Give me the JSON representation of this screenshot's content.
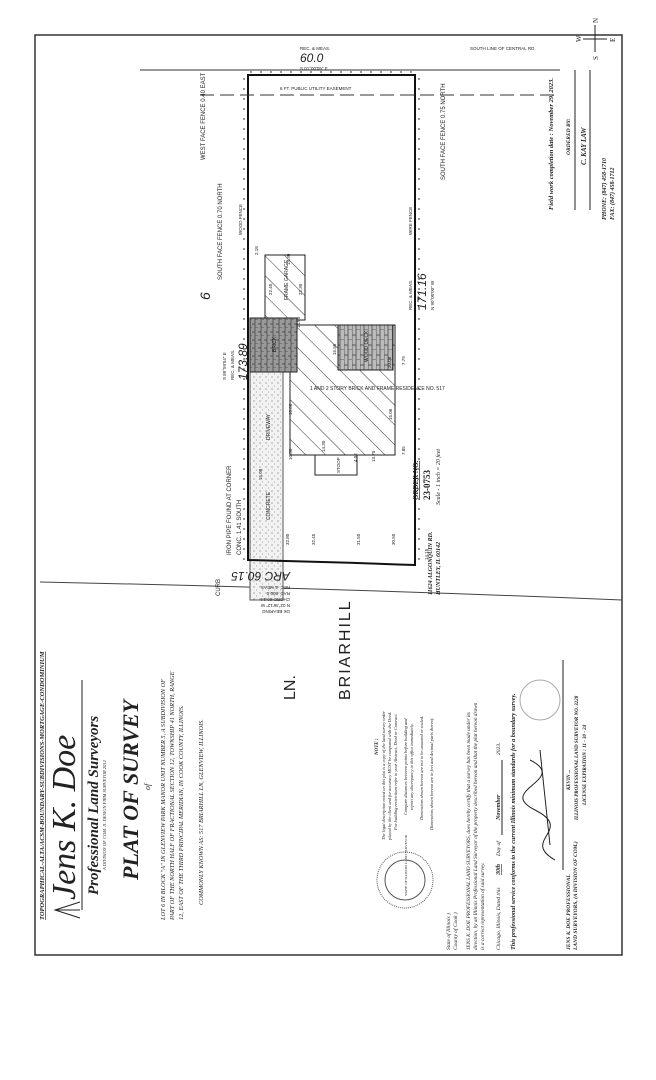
{
  "header": {
    "services_line": "TOPOGRAPHICAL-ALTA/ACSM-BOUNDARY-SUBDIVISIONS-MORTGAGE-CONDOMINIUM",
    "company_name": "Jens K. Doe",
    "company_subtitle": "Professional Land Surveyors",
    "company_tagline": "A DIVISION OF COM. II. DESIGN FIRM SURVEYOR 2012",
    "title": "PLAT OF SURVEY",
    "title_of": "of",
    "legal_description": [
      "LOT 6 IN BLOCK \"A\" IN GLENVIEW PARK MANOR UNIT NUMBER 5, A SUBDIVISION OF",
      "PART OF THE NORTH HALF OF FRACTIONAL SECTION 12, TOWNSHIP 41 NORTH, RANGE",
      "12, EAST OF THE THIRD PRINCIPAL MERIDIAN, IN COOK COUNTY, ILLINOIS."
    ],
    "commonly_known": "COMMONLY KNOWN AS: 517 BRIARHILL LN, GLENVIEW, ILLINOIS."
  },
  "office": {
    "address_line1": "11624 ALGONQUIN RD.",
    "address_line2": "HUNTLEY, IL 60142",
    "phone": "PHONE: (847) 458-1710",
    "fax": "FAX: (847) 458-1712",
    "order_label": "ORDER NO.",
    "order_no": "23-0753",
    "scale": "Scale - 1 inch = 20 feet"
  },
  "field_work": {
    "completion": "Field work completion date : November 29, 2023.",
    "ordered_by_label": "ORDERED BY:",
    "ordered_by": "C. KAY LAW"
  },
  "compass": {
    "n": "N",
    "s": "S",
    "e": "E",
    "w": "W"
  },
  "plat": {
    "street": "BRIARHILL",
    "street_suffix": "LN.",
    "curb": "CURB",
    "lot_number": "6",
    "front_arc": "ARC 60.15",
    "front_chord": "CHORD 60.14",
    "front_rad": "RAD. 800.0",
    "front_bearing": "N 02°36'12\" W",
    "front_note": "OK BEARING",
    "rec_meas": "REC. & MEAS.",
    "rear_dim": "60.0",
    "rear_bearing": "S 01°00'05\" E",
    "left_dim": "173.89",
    "left_bearing": "S 89°59'54\" E",
    "right_dim": "171.16",
    "right_bearing": "N 90°00'00\" W",
    "easement": "6 FT. PUBLIC UTILITY EASEMENT",
    "south_line": "SOUTH LINE OF CENTRAL RD.",
    "wood_fence": "WOOD FENCE",
    "wire_fence": "WIRE FENCE",
    "residence": "1 AND 2 STORY BRICK AND FRAME RESIDENCE NO. 517",
    "garage": "FRAME GARAGE",
    "brick": "BRICK",
    "deck": "WOOD DECK",
    "driveway": "DRIVEWAY",
    "concrete": "CONCRETE",
    "stoop": "STOOP",
    "dims": [
      "32.80",
      "32.45",
      "31.50",
      "30.50",
      "14.15",
      "15.08",
      "14.30",
      "13.70",
      "4.02",
      "10.30",
      "18.86",
      "15.06",
      "20.08",
      "15.50",
      "14.60",
      "22.40",
      "22.30",
      "14.30",
      "7.79",
      "7.85",
      "2.18"
    ],
    "corner_notes": [
      "IRON PIPE FOUND AT CORNER",
      "SOUTH FACE FENCE 0.70 NORTH",
      "WEST FACE FENCE 0.40 EAST",
      "SOUTH FACE FENCE 0.75 NORTH",
      "CONC. 1.41 SOUTH"
    ]
  },
  "notes": {
    "title": "NOTE :",
    "lines": [
      "The legal description noted on this plat is a copy of the land survey order",
      "placed by the client and for accuracy MUST be compared with the Deed.",
      "For building restrictions refer to your Abstract, Deed or Contract.",
      "Compare distances between points before building and",
      "report any discrepancy to this office immediately.",
      "Dimensions shown hereon are not to be assumed or scaled.",
      "Dimensions shown hereon are in feet and decimal parts thereof."
    ]
  },
  "certification": {
    "state": "State of Illinois )",
    "county": "County of Cook )",
    "body": [
      "JENS K. DOE PROFESSIONAL LAND SURVEYORS, does hereby certify that a survey has been made under its",
      "direction, by an Illinois Professional Land Surveyor of the property described hereon and that the plat hereon drawn",
      "is a correct representation of said survey."
    ],
    "dated_prefix": "Chicago, Illinois, Dated this",
    "day": "30th",
    "day_of": "Day of",
    "month": "November",
    "year": "2023.",
    "conformance": "This professional service conforms to the current Illinois minimum standards for a boundary survey.",
    "firm_line1": "JENS K. DOE PROFESSIONAL",
    "firm_line2": "LAND SURVEYORS, (A DIVISION OF COM.)",
    "surveyor": "KEVIN ...",
    "license_no": "ILLINOIS PROFESSIONAL LAND SURVEYOR NO. 3228",
    "license_exp": "LICENSE EXPIRATION : 11 - 30 - 24",
    "seal_text": "STATE OF ILLINOIS LAND SURVEYOR"
  }
}
